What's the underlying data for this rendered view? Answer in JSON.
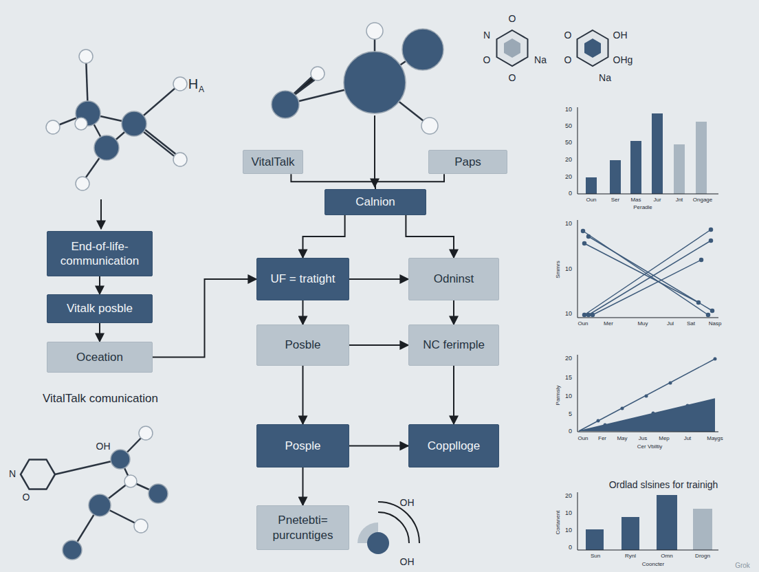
{
  "diagram": {
    "nodes": [
      {
        "text": [
          "VitalTalk"
        ]
      },
      {
        "text": [
          "Paps"
        ]
      },
      {
        "text": [
          "Calnion"
        ]
      },
      {
        "text": [
          "End-of-life-communication"
        ]
      },
      {
        "text": [
          "Vitalk posble"
        ]
      },
      {
        "text": [
          "Oceation"
        ]
      },
      {
        "text": [
          "UF = tratight"
        ]
      },
      {
        "text": [
          "Odninst"
        ]
      },
      {
        "text": [
          "Posble"
        ]
      },
      {
        "text": [
          "NC ferimple"
        ]
      },
      {
        "text": [
          "Posple"
        ]
      },
      {
        "text": [
          "Copplloge"
        ]
      },
      {
        "text": [
          "Pnetebti= purcuntiges"
        ]
      }
    ],
    "edges": [
      {
        "from": 3,
        "to": 4,
        "arrow": "to"
      },
      {
        "from": 4,
        "to": 5,
        "arrow": "to"
      },
      {
        "from": 0,
        "to": 2,
        "arrow": "none"
      },
      {
        "from": 1,
        "to": 2,
        "arrow": "none"
      },
      {
        "from": 2,
        "to": 6,
        "arrow": "to"
      },
      {
        "from": 2,
        "to": 7,
        "arrow": "to"
      },
      {
        "from": 5,
        "to": 6,
        "arrow": "to"
      },
      {
        "from": 6,
        "to": 7,
        "arrow": "to"
      },
      {
        "from": 6,
        "to": 8,
        "arrow": "to"
      },
      {
        "from": 7,
        "to": 9,
        "arrow": "to"
      },
      {
        "from": 8,
        "to": 9,
        "arrow": "to"
      },
      {
        "from": 8,
        "to": 10,
        "arrow": "to"
      },
      {
        "from": 9,
        "to": 11,
        "arrow": "to"
      },
      {
        "from": 10,
        "to": 11,
        "arrow": "to"
      },
      {
        "from": 10,
        "to": 12,
        "arrow": "to"
      }
    ],
    "labels": [
      "H",
      "A",
      "VitalTalk comunication",
      "N",
      "O",
      "OH",
      "OH",
      "OH",
      "O",
      "N",
      "O",
      "OH",
      "O",
      "Na",
      "O",
      "OHg",
      "O",
      "Na",
      "10",
      "50",
      "50",
      "20",
      "20",
      "0",
      "Oun",
      "Ser",
      "Mas",
      "Jur",
      "Jnt",
      "Ongage",
      "Peradle",
      "10",
      "10",
      "10",
      "Smmrs",
      "Oun",
      "Mer",
      "Muy",
      "Jul",
      "Sat",
      "Nasp",
      "20",
      "15",
      "10",
      "5",
      "0",
      "Parmsly",
      "Oun",
      "Fer",
      "May",
      "Jus",
      "Mep",
      "Jut",
      "Maygs",
      "Cer Vbiltiy",
      "Ordlad slsines for trainigh",
      "20",
      "10",
      "10",
      "0",
      "Cortanent",
      "Sun",
      "Rynl",
      "Omn",
      "Drogn",
      "Cooncter",
      "Grok"
    ]
  }
}
